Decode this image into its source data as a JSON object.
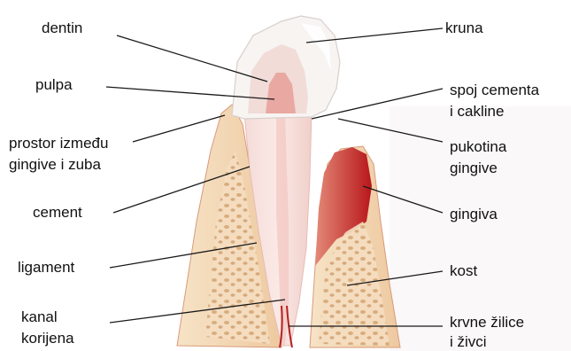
{
  "labels": {
    "dentin": "dentin",
    "pulpa": "pulpa",
    "prostor_line1": "prostor između",
    "prostor_line2": "gingive i zuba",
    "cement": "cement",
    "ligament": "ligament",
    "kanal_line1": "kanal",
    "kanal_line2": "korijena",
    "kruna": "kruna",
    "spoj_line1": "spoj cementa",
    "spoj_line2": "i cakline",
    "pukotina_line1": "pukotina",
    "pukotina_line2": "gingive",
    "gingiva": "gingiva",
    "kost": "kost",
    "krvne_line1": "krvne žilice",
    "krvne_line2": "i živci"
  },
  "colors": {
    "enamel": "#f7f4f2",
    "dentin": "#f1d2cf",
    "pulp": "#e9a8a2",
    "gum": "#c41f20",
    "gum_light": "#e07a6c",
    "bone": "#f3dcc0",
    "bone_dot": "#c9925a",
    "leader": "#1a1a1a"
  }
}
